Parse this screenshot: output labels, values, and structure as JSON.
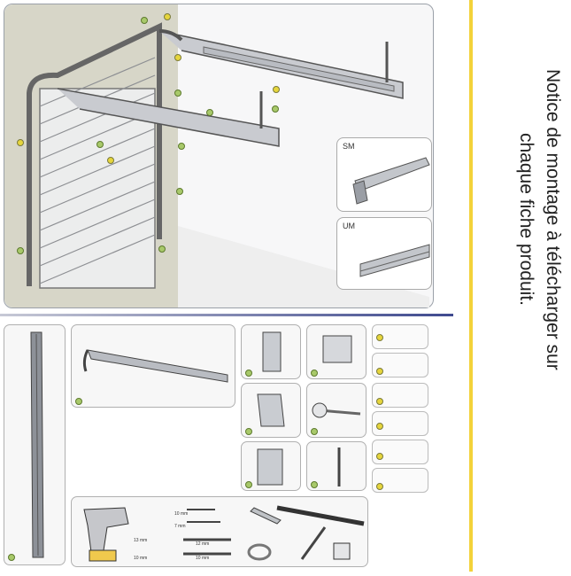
{
  "side_text": {
    "line1": "Notice de montage à télécharger sur",
    "line2": "chaque fiche produit."
  },
  "insets": {
    "sm": "SM",
    "um": "UM"
  },
  "tools": {
    "mm1": "10 mm",
    "mm2": "7 mm",
    "mm3": "13 mm",
    "mm4": "12 mm",
    "mm5": "10 mm",
    "mm6": "10 mm"
  },
  "colors": {
    "accent_line": "#f3d23a",
    "divider": "#3f4a8f",
    "wall": "#d7d6c8",
    "marker": "#e6d53c"
  }
}
